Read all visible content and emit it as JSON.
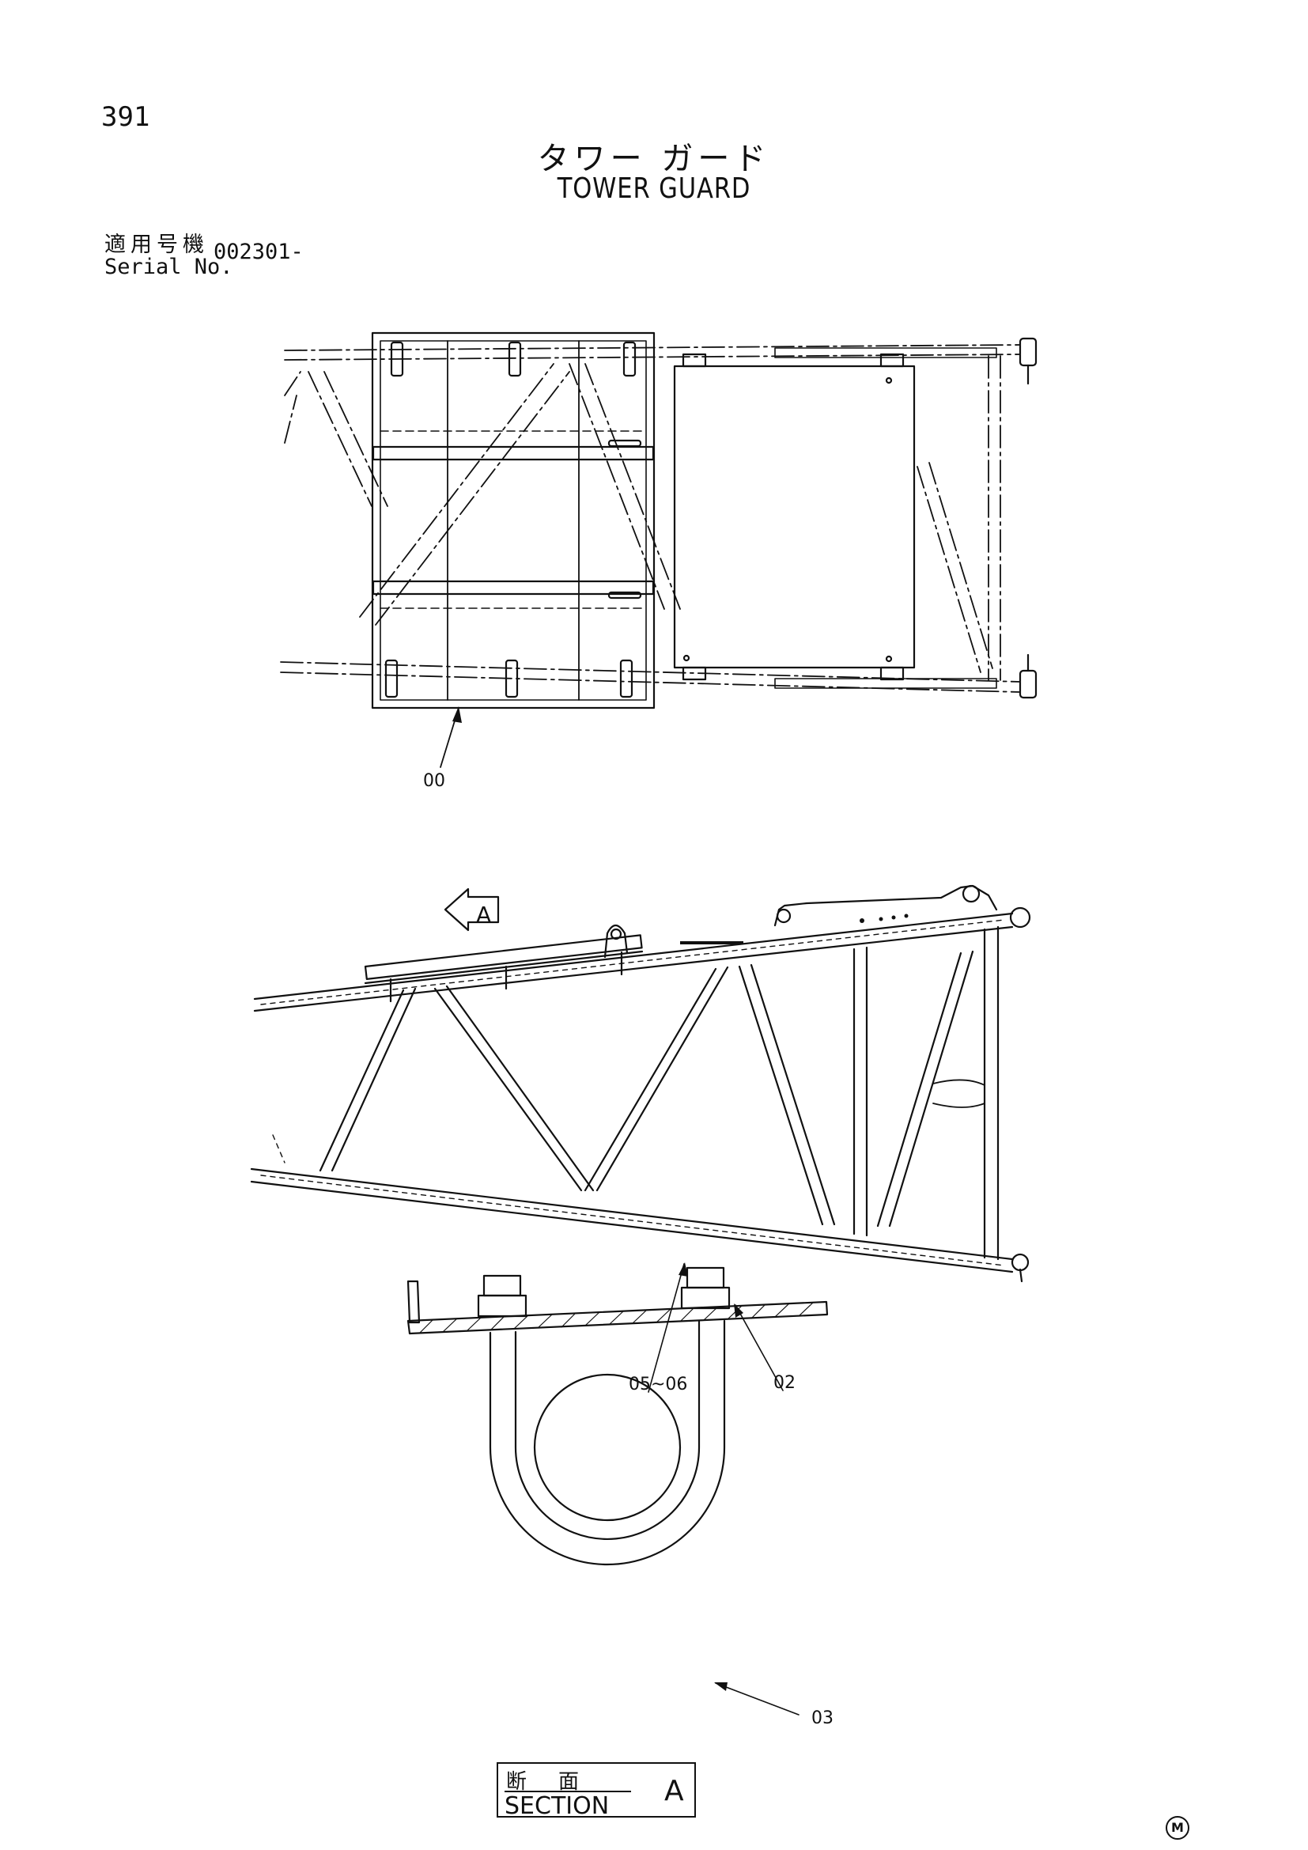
{
  "header": {
    "page_number": "391",
    "title_jp": "タワー ガード",
    "title_en": "TOWER GUARD",
    "serial_label_jp": "適用号機",
    "serial_label_en": "Serial No.",
    "serial_value": "002301-"
  },
  "callouts": {
    "top_view": "00",
    "section_bolts": "05~06",
    "section_plate": "02",
    "section_ubolt": "03",
    "view_arrow": "A"
  },
  "section_label": {
    "jp": "断面",
    "en": "SECTION",
    "letter": "A"
  },
  "footer_mark": "M"
}
